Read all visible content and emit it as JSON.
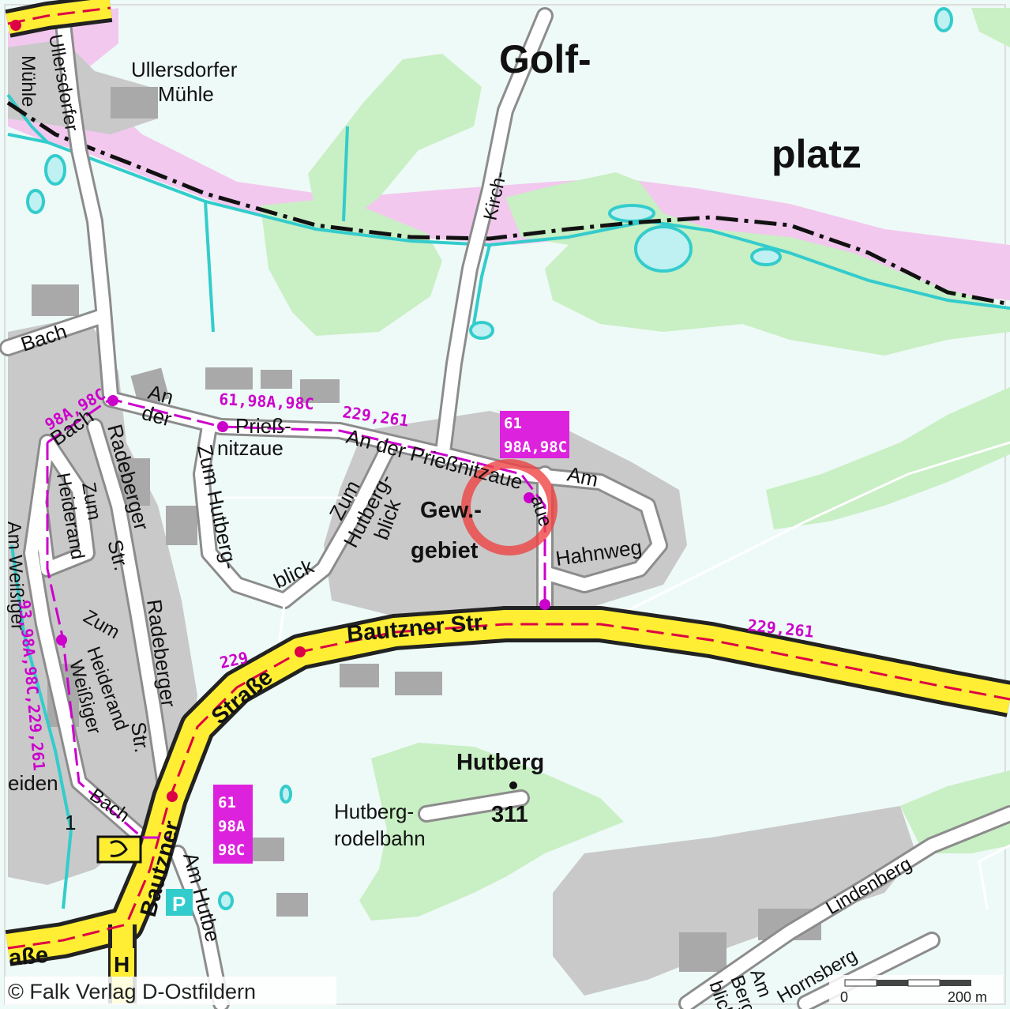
{
  "colors": {
    "background": "#eefaf7",
    "forest": "#c9efc4",
    "builtup": "#c9c9c9",
    "building": "#a9a9a9",
    "water": "#33cccc",
    "border_band": "#f2c8ee",
    "main_road": "#ffee33",
    "road_casing": "#222222",
    "bus_route": "#dd0044",
    "route_label": "#cc00cc",
    "stop_box": "#dd22dd",
    "highlight_circle": "#ee4444",
    "parking": "#33cccc"
  },
  "labels": {
    "golf": "Golf-",
    "platz": "platz",
    "ullersdorfer_muehle_1": "Ullersdorfer",
    "ullersdorfer_muehle_2": "Mühle",
    "muehle_vertical": "Mühle",
    "ullersdorfer_vertical": "Ullersdorfer",
    "kirch": "Kirch-",
    "bach_top": "Bach",
    "an": "An",
    "der": "der",
    "bach_left": "Bach",
    "priess": "Prieß-",
    "nitzaue": "nitzaue",
    "an_der_priessnitzaue": "An der Prießnitzaue",
    "am": "Am",
    "hahnweg": "Hahnweg",
    "gew": "Gew.-",
    "gebiet": "gebiet",
    "zum_hutbergblick_1": "Zum",
    "zum_hutbergblick_2": "Hutberg-",
    "zum_hutbergblick_3": "blick",
    "zum_hutberg_left": "Zum Hutberg-",
    "blick_bottom": "blick",
    "radeberger_1": "Radeberger",
    "str_1": "Str.",
    "radeberger_2": "Radeberger",
    "str_2": "Str.",
    "zum_heiderand_1": "Zum",
    "heiderand_1": "Heiderand",
    "zum_heiderand_2": "Zum",
    "heiderand_2": "Heiderand",
    "am_weissiger": "Am Weißiger",
    "weissiger_bach": "Weißiger",
    "bach_lower": "Bach",
    "bautzner_str": "Bautzner Str.",
    "strasse": "Straße",
    "bautzner": "Bautzner",
    "am_hutberg": "Am Hutbe",
    "hutberg": "Hutberg",
    "elevation": "311",
    "hutbergrodelbahn_1": "Hutberg-",
    "hutbergrodelbahn_2": "rodelbahn",
    "lindenberg": "Lindenberg",
    "hornsberg": "Hornsberg",
    "heiden": "eiden",
    "strasse_bottom_left": "aße",
    "house_number": "1",
    "parking_letter": "P",
    "h_letter": "H",
    "am_bottom": "Am",
    "berg_bottom": "Berg-",
    "blick_small": "blick",
    "copyright": "© Falk Verlag D-Ostfildern",
    "scale_zero": "0",
    "scale_end": "200 m"
  },
  "routes": {
    "r1": "61,98A,98C",
    "r2": "229,261",
    "r3": "229,261",
    "r4": "229",
    "r5": "98A,98C",
    "r6": "93,98A,98C,229,261"
  },
  "stop_boxes": {
    "box1_line1": "61",
    "box1_line2": "98A,98C",
    "box2_line1": "61",
    "box2_line2": "98A",
    "box2_line3": "98C"
  }
}
